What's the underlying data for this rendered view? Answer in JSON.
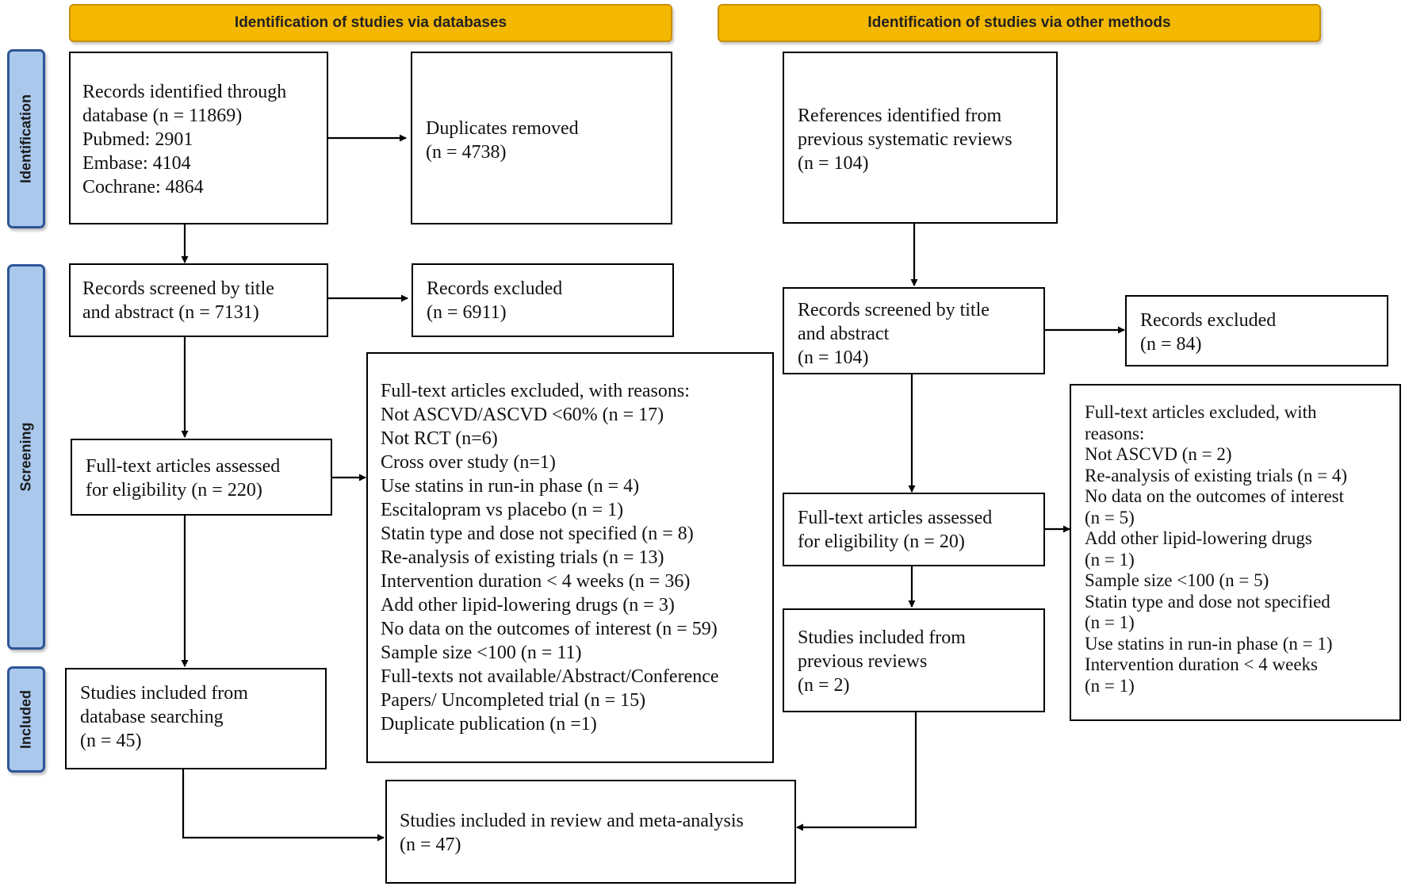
{
  "headers": {
    "databases": "Identification of studies via databases",
    "other_methods": "Identification of studies via other methods"
  },
  "phases": {
    "identification": "Identification",
    "screening": "Screening",
    "included": "Included"
  },
  "databases": {
    "records_identified": [
      "Records identified through",
      "database (n = 11869)",
      "Pubmed: 2901",
      "Embase: 4104",
      "Cochrane: 4864"
    ],
    "duplicates_removed": [
      "Duplicates removed",
      "(n = 4738)"
    ],
    "records_screened": [
      "Records screened by title",
      "and abstract (n = 7131)"
    ],
    "records_excluded": [
      "Records excluded",
      "(n = 6911)"
    ],
    "fulltext_assessed": [
      "Full-text articles assessed",
      "for eligibility (n = 220)"
    ],
    "fulltext_excluded": [
      "Full-text articles excluded, with reasons:",
      "Not ASCVD/ASCVD <60% (n = 17)",
      "Not RCT (n=6)",
      "Cross over study (n=1)",
      "Use statins in run-in phase (n = 4)",
      "Escitalopram vs placebo (n = 1)",
      "Statin type and dose not specified (n = 8)",
      "Re-analysis of existing trials (n = 13)",
      "Intervention duration < 4 weeks (n = 36)",
      "Add other lipid-lowering drugs (n = 3)",
      "No data on the outcomes of interest (n = 59)",
      "Sample size <100 (n = 11)",
      "Full-texts not available/Abstract/Conference",
      "Papers/ Uncompleted trial (n = 15)",
      "Duplicate publication (n =1)"
    ],
    "studies_included": [
      "Studies included from",
      "database searching",
      "(n = 45)"
    ]
  },
  "other_methods": {
    "references_identified": [
      "References identified from",
      "previous systematic reviews",
      "(n = 104)"
    ],
    "records_screened": [
      "Records screened by title",
      "and abstract",
      "(n = 104)"
    ],
    "records_excluded": [
      "Records excluded",
      "(n = 84)"
    ],
    "fulltext_assessed": [
      "Full-text articles assessed",
      "for eligibility (n = 20)"
    ],
    "fulltext_excluded": [
      "Full-text articles excluded, with",
      "reasons:",
      "Not ASCVD (n = 2)",
      "Re-analysis of existing trials (n = 4)",
      "No data on the outcomes of interest",
      "(n = 5)",
      "Add other lipid-lowering drugs",
      " (n = 1)",
      "Sample size <100 (n = 5)",
      "Statin type and dose not specified",
      "(n = 1)",
      "Use statins in run-in phase (n = 1)",
      "Intervention duration < 4 weeks",
      " (n = 1)"
    ],
    "studies_included": [
      "Studies included from",
      "previous reviews",
      "(n = 2)"
    ]
  },
  "final": {
    "included_review": [
      "Studies included in review and meta-analysis",
      "(n = 47)"
    ]
  }
}
